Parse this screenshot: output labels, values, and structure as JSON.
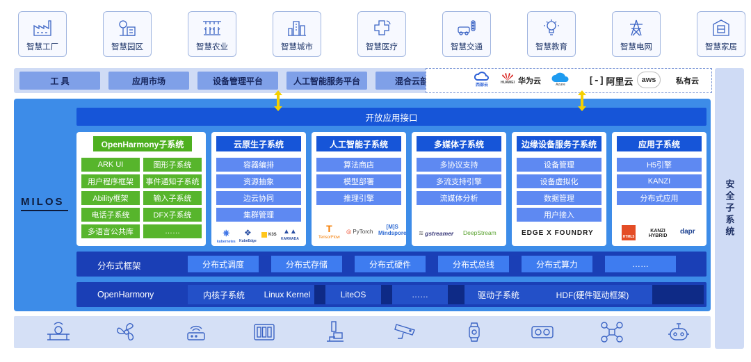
{
  "scenarios": [
    {
      "label": "智慧工厂",
      "icon": "factory-icon"
    },
    {
      "label": "智慧园区",
      "icon": "park-icon"
    },
    {
      "label": "智慧农业",
      "icon": "agriculture-icon"
    },
    {
      "label": "智慧城市",
      "icon": "city-icon"
    },
    {
      "label": "智慧医疗",
      "icon": "medical-icon"
    },
    {
      "label": "智慧交通",
      "icon": "traffic-icon"
    },
    {
      "label": "智慧教育",
      "icon": "education-icon"
    },
    {
      "label": "智慧电网",
      "icon": "power-grid-icon"
    },
    {
      "label": "智慧家居",
      "icon": "home-icon"
    }
  ],
  "tools": [
    "工 具",
    "应用市场",
    "设备管理平台",
    "人工智能服务平台",
    "混合云部署"
  ],
  "clouds": [
    {
      "label": "",
      "small": "西部云",
      "icon": "west-cloud-logo"
    },
    {
      "label": "华为云",
      "small": "HUAWEI",
      "icon": "huawei-logo"
    },
    {
      "label": "",
      "small": "Azure",
      "icon": "azure-logo"
    },
    {
      "label": "阿里云",
      "small": "",
      "icon": "aliyun-logo"
    },
    {
      "label": "",
      "small": "aws",
      "icon": "aws-logo"
    },
    {
      "label": "私有云",
      "small": "",
      "icon": "private-cloud"
    }
  ],
  "milos": "MILOS",
  "security": "安全子系统",
  "api": "开放应用接口",
  "openharmony_sub": {
    "title": "OpenHarmony子系统",
    "items": [
      "ARK UI",
      "图形子系统",
      "用户程序框架",
      "事件通知子系统",
      "Ability框架",
      "输入子系统",
      "电话子系统",
      "DFX子系统",
      "多语言公共库",
      "……"
    ]
  },
  "subsystems": [
    {
      "title": "云原生子系统",
      "items": [
        "容器编排",
        "资源抽象",
        "边云协同",
        "集群管理"
      ],
      "logos": [
        "kubernetes",
        "KubeEdge",
        "K3S",
        "KARMADA"
      ]
    },
    {
      "title": "人工智能子系统",
      "items": [
        "算法商店",
        "模型部署",
        "推理引擎"
      ],
      "logos": [
        "TensorFlow",
        "PyTorch",
        "[M]S Mindspore"
      ]
    },
    {
      "title": "多媒体子系统",
      "items": [
        "多协议支持",
        "多流支持引擎",
        "流媒体分析"
      ],
      "logos": [
        "gstreamer",
        "DeepStream"
      ]
    },
    {
      "title": "边缘设备服务子系统",
      "items": [
        "设备管理",
        "设备虚拟化",
        "数据管理",
        "用户接入"
      ],
      "logos": [
        "EDGE X FOUNDRY"
      ]
    },
    {
      "title": "应用子系统",
      "items": [
        "H5引擎",
        "KANZI",
        "分布式应用"
      ],
      "logos": [
        "HTML5",
        "KANZI HYBRID",
        "dapr"
      ]
    }
  ],
  "distributed": {
    "label": "分布式框架",
    "items": [
      "分布式调度",
      "分布式存储",
      "分布式硬件",
      "分布式总线",
      "分布式算力",
      "……"
    ]
  },
  "openharmony": {
    "label": "OpenHarmony",
    "items": [
      "内核子系统",
      "Linux Kernel",
      "LiteOS",
      "……",
      "驱动子系统",
      "HDF(硬件驱动框架)"
    ]
  },
  "devices": [
    "pipe-sensor-icon",
    "fan-icon",
    "router-icon",
    "switch-panel-icon",
    "microscope-icon",
    "camera-icon",
    "watch-icon",
    "vr-headset-icon",
    "drone-icon",
    "robot-icon"
  ],
  "colors": {
    "main_blue": "#3d8ce8",
    "dark_blue": "#1a3fb6",
    "api_blue": "#1655d8",
    "item_blue": "#5e89f2",
    "green": "#57b52c",
    "arrow_yellow": "#f5d000"
  }
}
